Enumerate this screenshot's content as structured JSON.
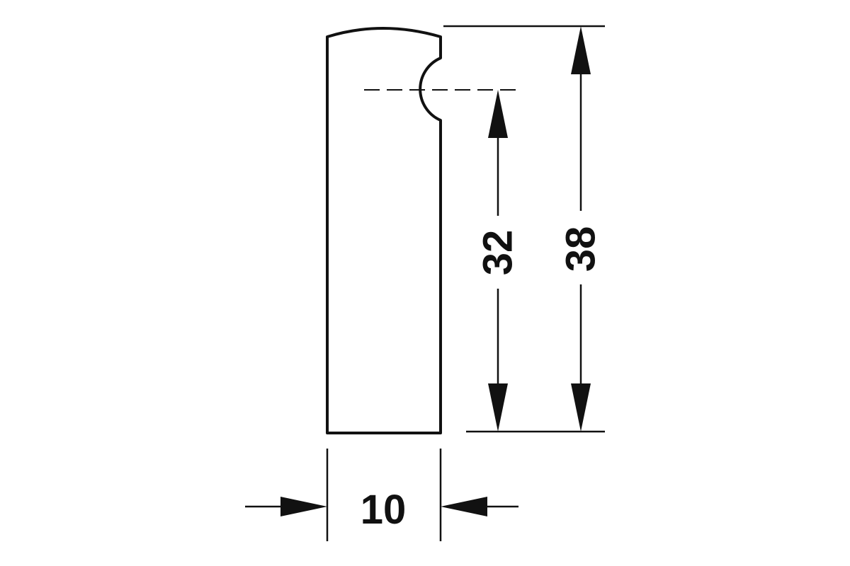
{
  "colors": {
    "line": "#111111",
    "background": "#ffffff"
  },
  "dimensions": {
    "width": "10",
    "hole_height": "32",
    "total_height": "38"
  }
}
